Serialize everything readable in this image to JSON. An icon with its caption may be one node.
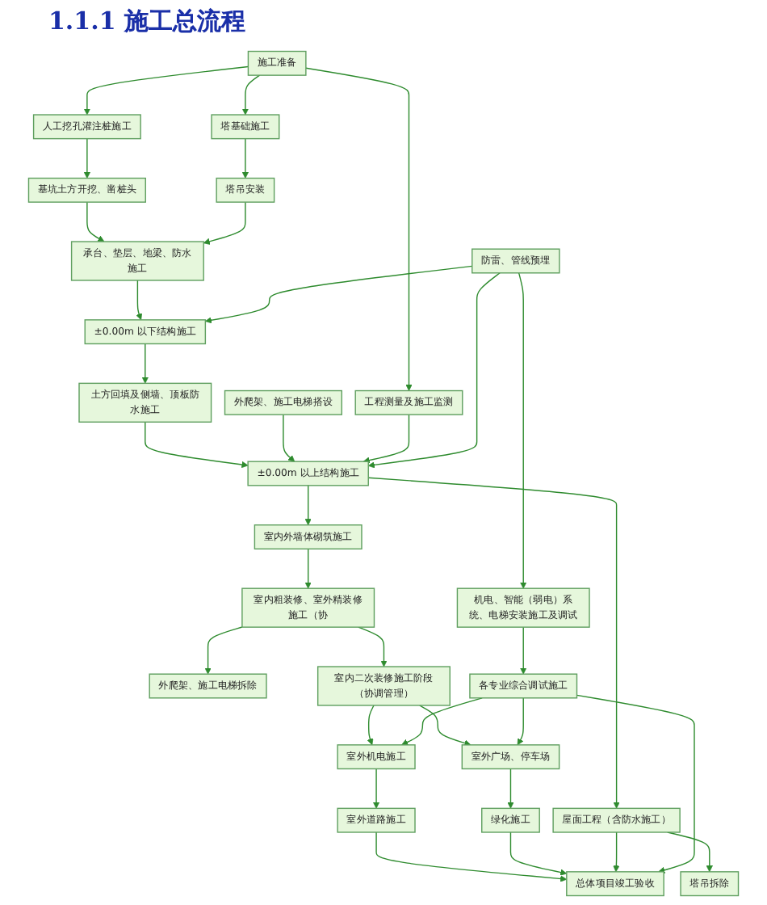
{
  "diagram": {
    "title": "1.1.1 施工总流程",
    "nodes": [
      {
        "text": [
          "施工准备"
        ]
      },
      {
        "text": [
          "人工挖孔灌注桩施工"
        ]
      },
      {
        "text": [
          "塔基础施工"
        ]
      },
      {
        "text": [
          "工程测量及施工监测"
        ]
      },
      {
        "text": [
          "基坑土方开挖、凿桩头"
        ]
      },
      {
        "text": [
          "塔吊安装"
        ]
      },
      {
        "text": [
          "承台、垫层、地梁、防水施工"
        ]
      },
      {
        "text": [
          "±0.00m 以下结构施工"
        ]
      },
      {
        "text": [
          "外爬架、施工电梯搭设"
        ]
      },
      {
        "text": [
          "土方回填及侧墙、顶板防水施工"
        ]
      },
      {
        "text": [
          "防雷、管线预埋"
        ]
      },
      {
        "text": [
          "±0.00m 以上结构施工"
        ]
      },
      {
        "text": [
          "室内外墙体砌筑施工"
        ]
      },
      {
        "text": [
          "屋面工程（含防水施工）"
        ]
      },
      {
        "text": [
          "室内粗装修、室外精装修施工（协"
        ]
      },
      {
        "text": [
          "外爬架、施工电梯拆除"
        ]
      },
      {
        "text": [
          "机电、智能（弱电）系统、电梯安装施工及调试"
        ]
      },
      {
        "text": [
          "室内二次装修施工阶段（协调管理）"
        ]
      },
      {
        "text": [
          "各专业综合调试施工"
        ]
      },
      {
        "text": [
          "塔吊拆除"
        ]
      },
      {
        "text": [
          "室外机电施工"
        ]
      },
      {
        "text": [
          "室外广场、停车场"
        ]
      },
      {
        "text": [
          "室外道路施工"
        ]
      },
      {
        "text": [
          "绿化施工"
        ]
      },
      {
        "text": [
          "总体项目竣工验收"
        ]
      }
    ],
    "edges": [
      {
        "from": 0,
        "to": 1,
        "arrow": "to"
      },
      {
        "from": 0,
        "to": 2,
        "arrow": "to"
      },
      {
        "from": 0,
        "to": 3,
        "arrow": "to"
      },
      {
        "from": 1,
        "to": 4,
        "arrow": "to"
      },
      {
        "from": 2,
        "to": 5,
        "arrow": "to"
      },
      {
        "from": 4,
        "to": 6,
        "arrow": "to"
      },
      {
        "from": 5,
        "to": 6,
        "arrow": "to"
      },
      {
        "from": 6,
        "to": 7,
        "arrow": "to"
      },
      {
        "from": 10,
        "to": 7,
        "arrow": "to"
      },
      {
        "from": 7,
        "to": 9,
        "arrow": "to"
      },
      {
        "from": 9,
        "to": 11,
        "arrow": "to"
      },
      {
        "from": 8,
        "to": 11,
        "arrow": "to"
      },
      {
        "from": 3,
        "to": 11,
        "arrow": "to"
      },
      {
        "from": 10,
        "to": 11,
        "arrow": "to"
      },
      {
        "from": 10,
        "to": 16,
        "arrow": "to"
      },
      {
        "from": 11,
        "to": 12,
        "arrow": "to"
      },
      {
        "from": 11,
        "to": 13,
        "arrow": "to"
      },
      {
        "from": 12,
        "to": 14,
        "arrow": "to"
      },
      {
        "from": 14,
        "to": 17,
        "arrow": "to"
      },
      {
        "from": 14,
        "to": 15,
        "arrow": "to"
      },
      {
        "from": 16,
        "to": 18,
        "arrow": "to"
      },
      {
        "from": 17,
        "to": 20,
        "arrow": "to"
      },
      {
        "from": 17,
        "to": 21,
        "arrow": "to"
      },
      {
        "from": 18,
        "to": 20,
        "arrow": "to"
      },
      {
        "from": 18,
        "to": 21,
        "arrow": "to"
      },
      {
        "from": 13,
        "to": 19,
        "arrow": "to"
      },
      {
        "from": 20,
        "to": 22,
        "arrow": "to"
      },
      {
        "from": 21,
        "to": 23,
        "arrow": "to"
      },
      {
        "from": 22,
        "to": 24,
        "arrow": "to"
      },
      {
        "from": 23,
        "to": 24,
        "arrow": "to"
      },
      {
        "from": 13,
        "to": 24,
        "arrow": "to"
      },
      {
        "from": 18,
        "to": 24,
        "arrow": "to"
      }
    ]
  }
}
